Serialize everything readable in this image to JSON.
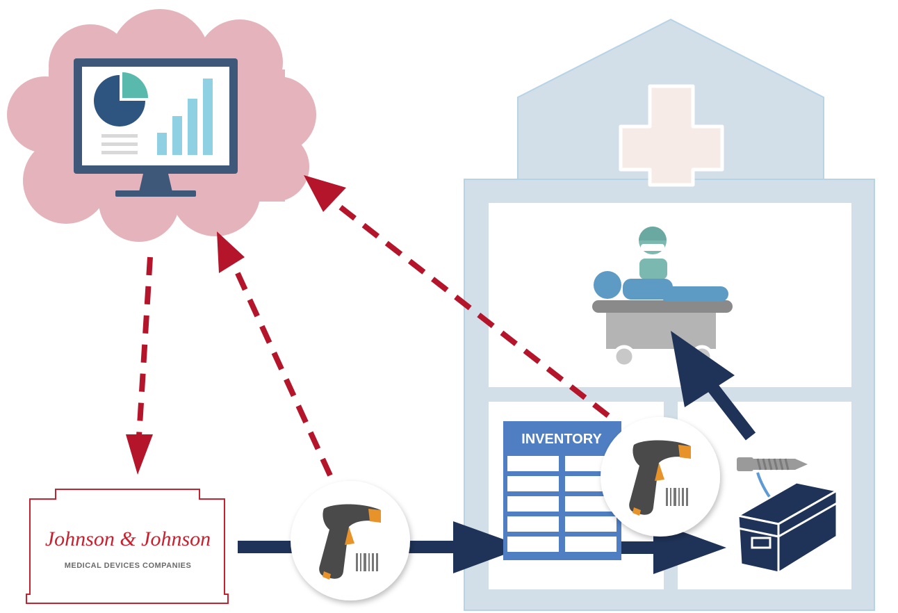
{
  "company": {
    "brand": "Johnson & Johnson",
    "brand_left": "Johnson",
    "brand_amp": "&",
    "brand_right": "Johnson",
    "subtitle": "MEDICAL DEVICES COMPANIES"
  },
  "inventory": {
    "title": "INVENTORY"
  },
  "colors": {
    "cloud": "#e5b3bb",
    "hospital": "#d2dfe8",
    "hospital_room": "#ffffff",
    "red_dashed": "#b5152b",
    "navy_arrow": "#1f3358",
    "inventory_blue": "#4f7ec2",
    "scanner_accent": "#e8922a",
    "patient_blue": "#5d9ac4",
    "surgeon_teal": "#7ab8b0"
  },
  "icons": [
    "cloud-icon",
    "monitor-icon",
    "pie-chart-icon",
    "bar-chart-icon",
    "hospital-icon",
    "medical-cross-icon",
    "surgeon-icon",
    "patient-icon",
    "gurney-icon",
    "barcode-scanner-icon",
    "screw-icon",
    "implant-box-icon",
    "inventory-table-icon"
  ]
}
